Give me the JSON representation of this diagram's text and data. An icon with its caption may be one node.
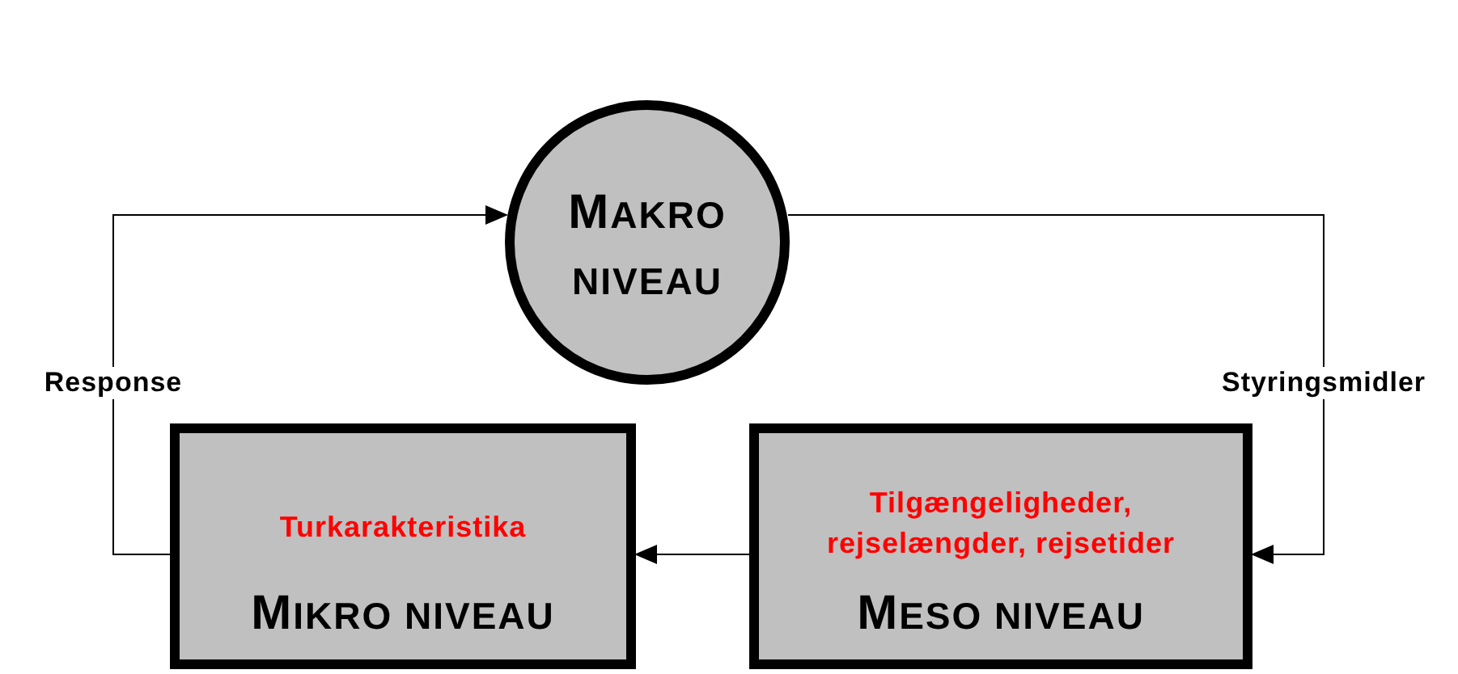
{
  "diagram": {
    "nodes": [
      {
        "text": [
          "MAKRO NIVEAU"
        ]
      },
      {
        "text": [
          "Turkarakteristika",
          "MIKRO NIVEAU"
        ]
      },
      {
        "text": [
          "Tilgængeligheder, rejselængder, rejsetider",
          "MESO NIVEAU"
        ]
      }
    ],
    "edges": [
      {
        "from": 2,
        "to": 1,
        "arrow": "to"
      },
      {
        "from": 0,
        "to": 2,
        "arrow": "to",
        "label": "Styringsmidler"
      },
      {
        "from": 1,
        "to": 0,
        "arrow": "to",
        "label": "Response"
      }
    ]
  }
}
